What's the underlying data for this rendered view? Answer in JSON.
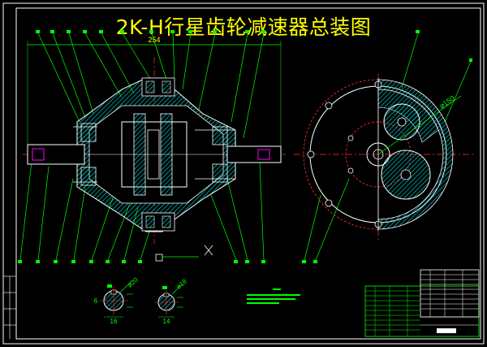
{
  "title": "2K-H行星齿轮减速器总装图",
  "dims": {
    "overall_width": "254",
    "diameter_150": "ø150",
    "section_a_diameter": "ø20",
    "section_a_width": "16",
    "section_a_height": "6",
    "section_b_diameter": "ø18",
    "section_b_width": "14"
  },
  "colors": {
    "background": "#000000",
    "outline": "#ffffff",
    "leader": "#00ff00",
    "hatch": "#00c8c8",
    "centerline": "#ff3030",
    "title": "#ffff00",
    "highlight": "#ff00ff"
  }
}
